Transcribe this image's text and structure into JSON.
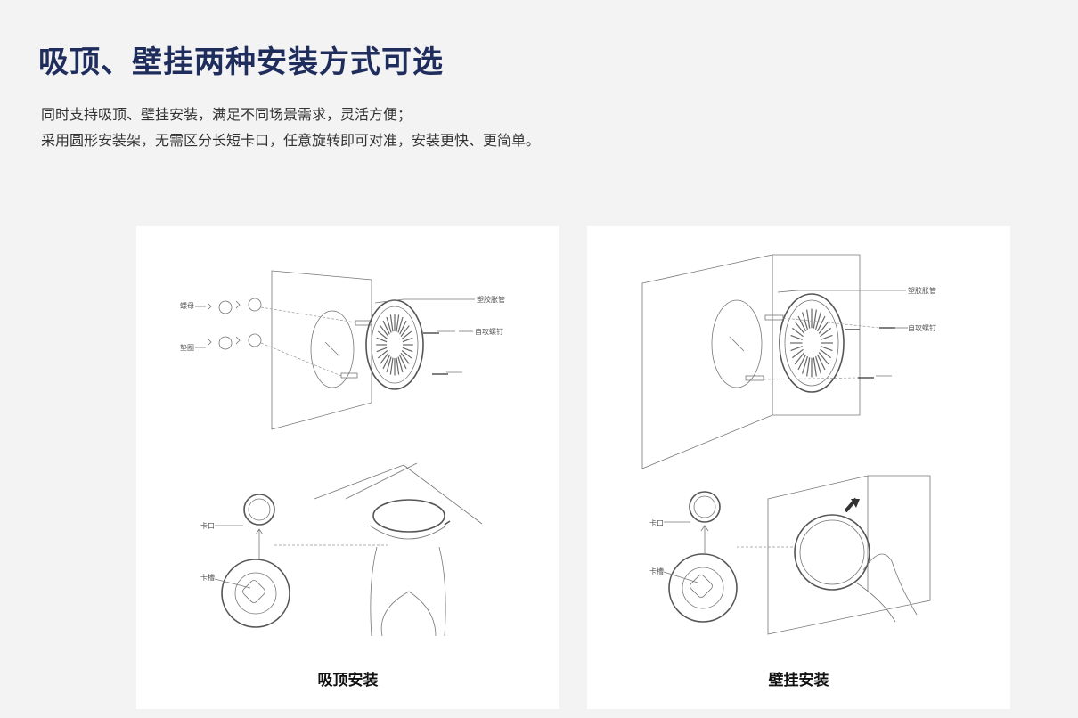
{
  "title": "吸顶、壁挂两种安装方式可选",
  "description": {
    "line1": "同时支持吸顶、壁挂安装，满足不同场景需求，灵活方便；",
    "line2": "采用圆形安装架，无需区分长短卡口，任意旋转即可对准，安装更快、更简单。"
  },
  "panels": {
    "ceiling": {
      "caption": "吸顶安装",
      "labels": {
        "nut": "螺母",
        "washer": "垫圈",
        "anchor": "塑胶胀管",
        "screw": "自攻螺钉",
        "clip": "卡口",
        "slot": "卡槽"
      }
    },
    "wall": {
      "caption": "壁挂安装",
      "labels": {
        "anchor": "塑胶胀管",
        "screw": "自攻螺钉",
        "clip": "卡口",
        "slot": "卡槽"
      }
    }
  },
  "colors": {
    "background": "#f3f3f4",
    "panel": "#ffffff",
    "title": "#1f2d5c",
    "text": "#333333"
  }
}
